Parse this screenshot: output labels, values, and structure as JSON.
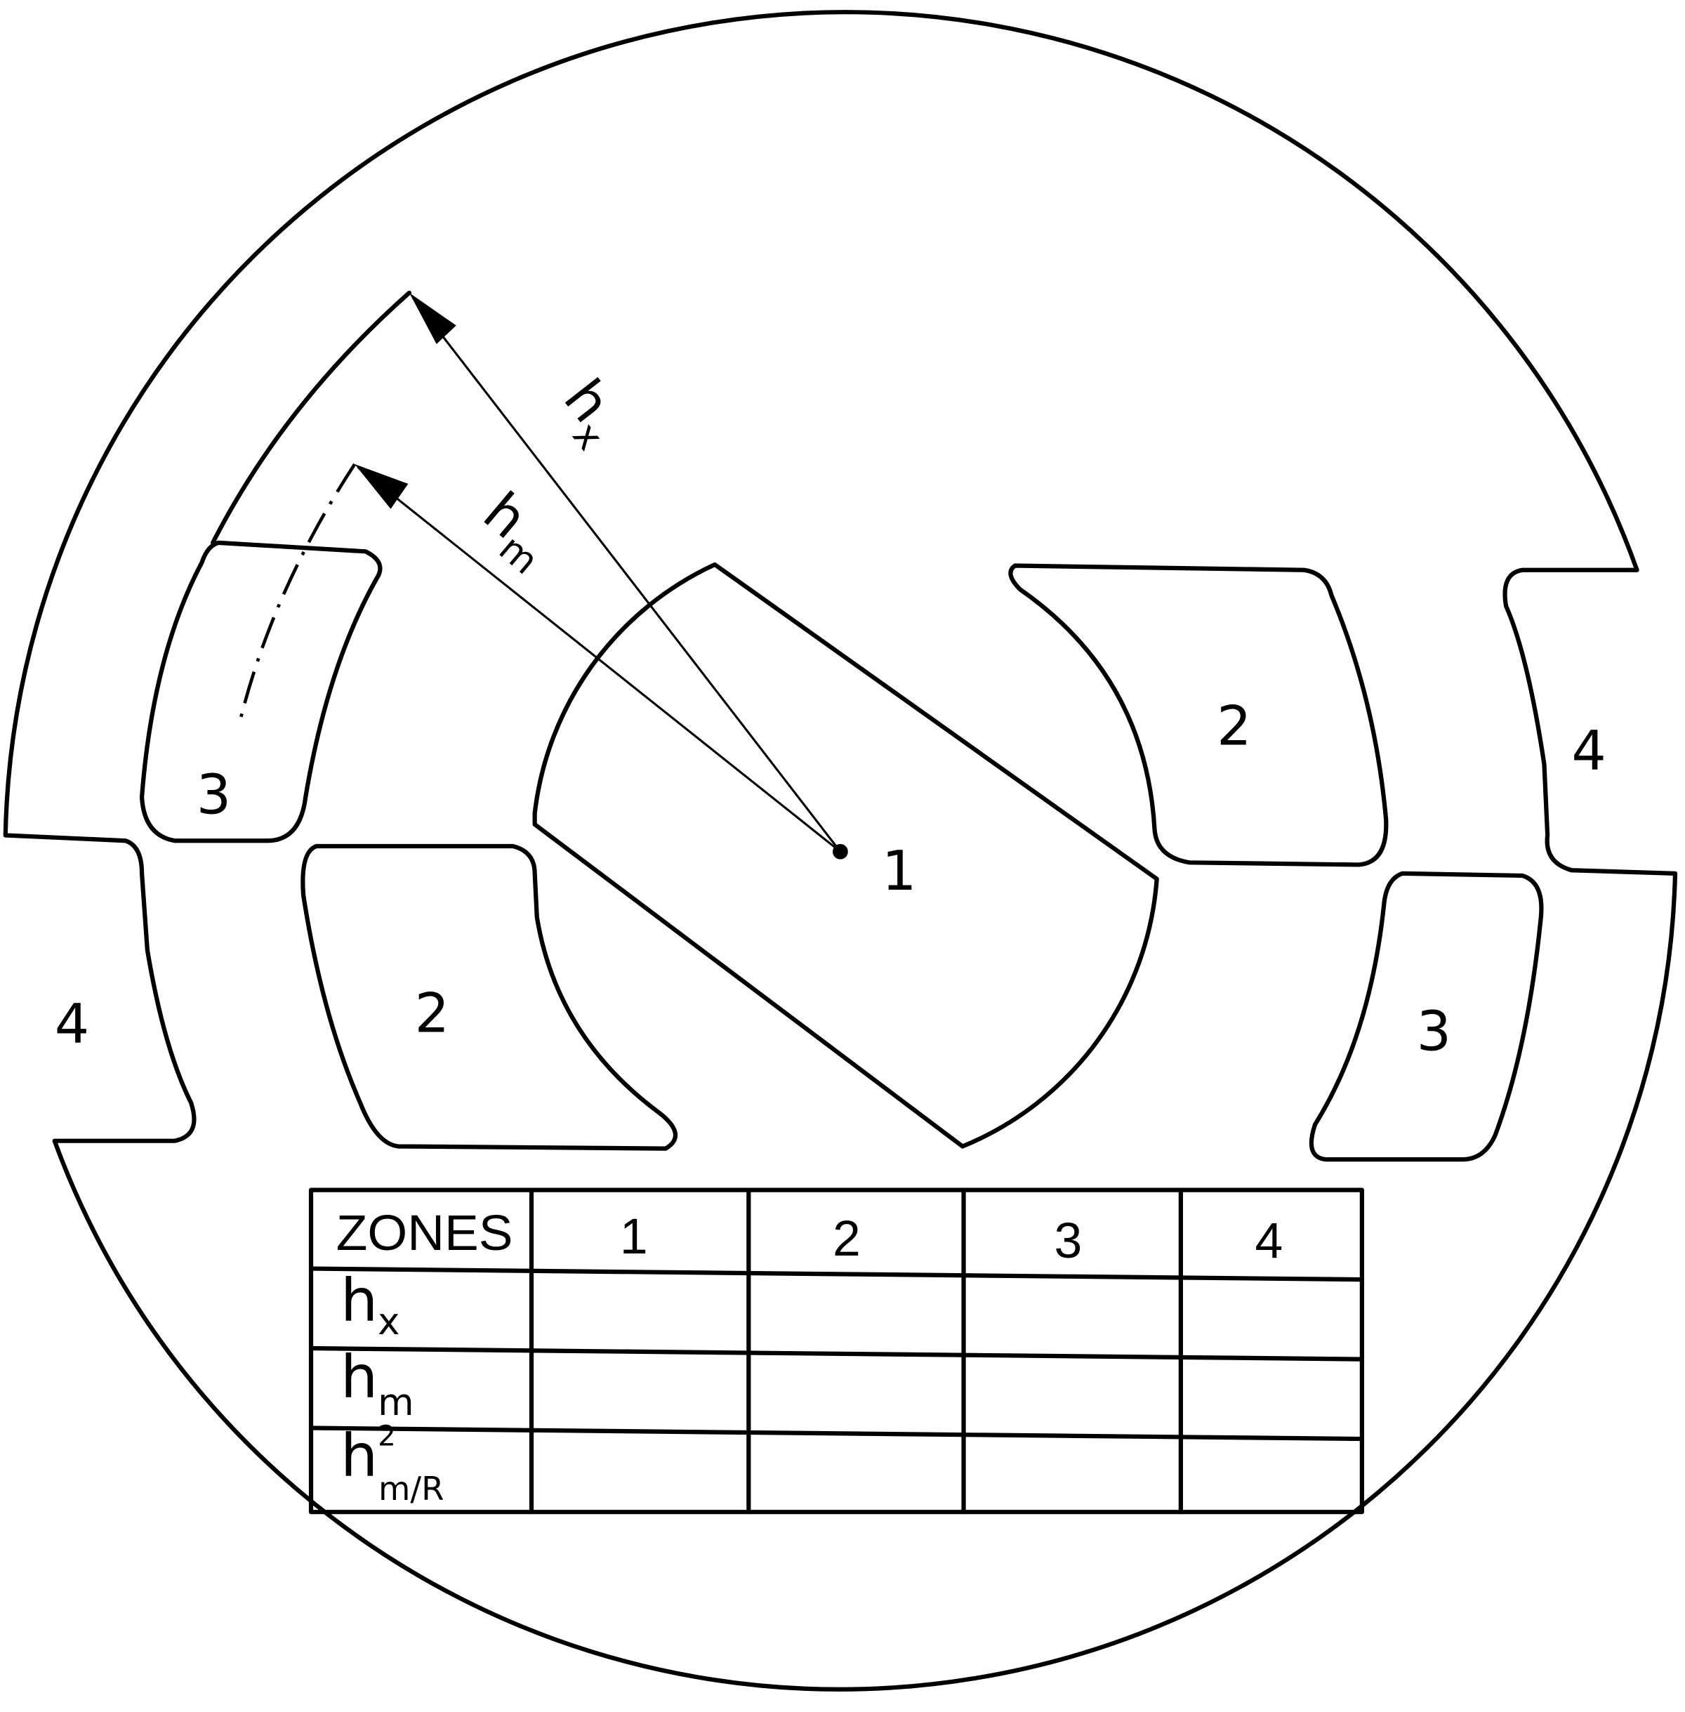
{
  "diagram": {
    "zone_labels": {
      "rotor": "1",
      "slot_left_2": "2",
      "slot_right_2": "2",
      "slot_left_3": "3",
      "slot_right_3": "3",
      "notch_left_4": "4",
      "notch_right_4": "4"
    },
    "dimensions": {
      "hx": {
        "base": "h",
        "sub": "x"
      },
      "hm": {
        "base": "h",
        "sub": "m"
      }
    }
  },
  "table": {
    "header": [
      "ZONES",
      "1",
      "2",
      "3",
      "4"
    ],
    "rows": [
      {
        "base": "h",
        "sup": "",
        "sub": "x",
        "cells": [
          "",
          "",
          "",
          ""
        ]
      },
      {
        "base": "h",
        "sup": "",
        "sub": "m",
        "cells": [
          "",
          "",
          "",
          ""
        ]
      },
      {
        "base": "h",
        "sup": "2",
        "sub": "m/R",
        "cells": [
          "",
          "",
          "",
          ""
        ]
      }
    ]
  }
}
